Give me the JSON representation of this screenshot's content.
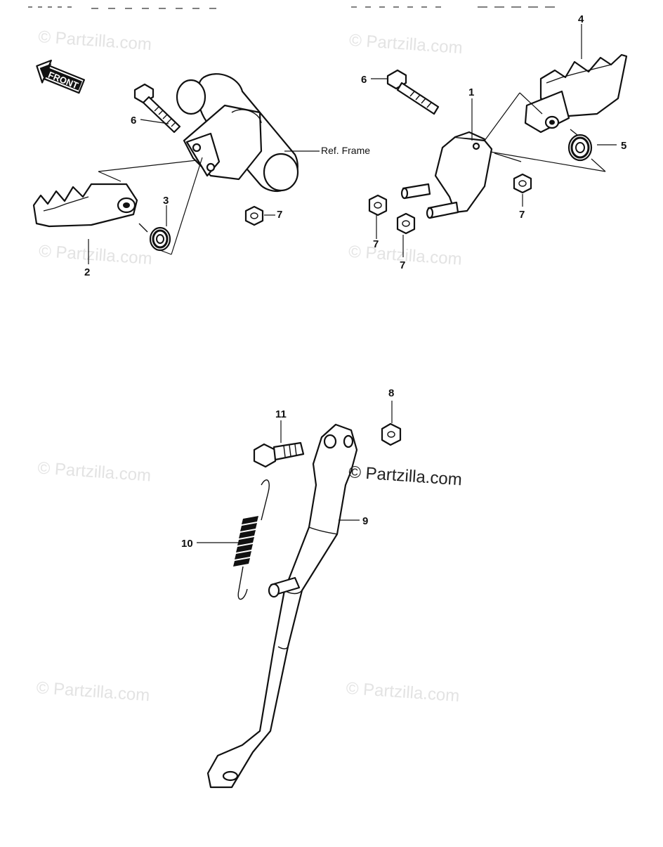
{
  "watermark": "© Partzilla.com",
  "front_arrow": {
    "label": "FRONT"
  },
  "ref_frame": {
    "label": "Ref. Frame"
  },
  "callouts": {
    "c1": "1",
    "c2": "2",
    "c3": "3",
    "c4": "4",
    "c5": "5",
    "c6a": "6",
    "c6b": "6",
    "c7a": "7",
    "c7b": "7",
    "c7c": "7",
    "c7d": "7",
    "c8": "8",
    "c9": "9",
    "c10": "10",
    "c11": "11"
  },
  "parts": [
    {
      "ref": "1",
      "name": "bracket-footrest-right"
    },
    {
      "ref": "2",
      "name": "footrest-left"
    },
    {
      "ref": "3",
      "name": "spring-left-footrest"
    },
    {
      "ref": "4",
      "name": "footrest-right"
    },
    {
      "ref": "5",
      "name": "spring-right-footrest"
    },
    {
      "ref": "6",
      "name": "bolt"
    },
    {
      "ref": "7",
      "name": "nut"
    },
    {
      "ref": "8",
      "name": "nut-stand"
    },
    {
      "ref": "9",
      "name": "side-stand"
    },
    {
      "ref": "10",
      "name": "spring-side-stand"
    },
    {
      "ref": "11",
      "name": "bolt-stand-pivot"
    }
  ]
}
